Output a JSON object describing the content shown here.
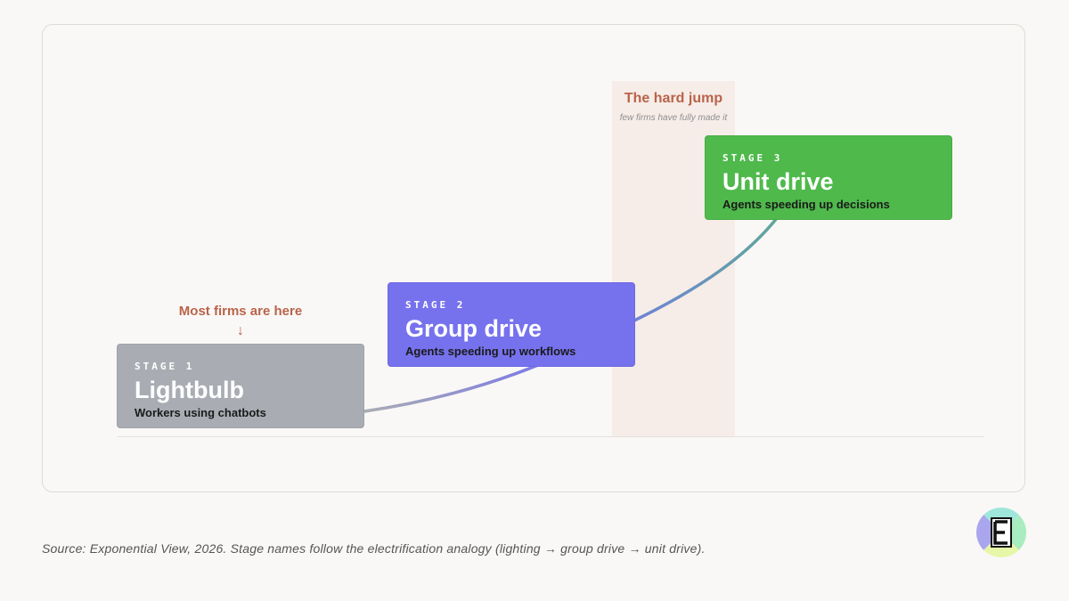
{
  "hard_jump": {
    "title": "The hard jump",
    "subtitle": "few firms have fully made it"
  },
  "stages": [
    {
      "label": "STAGE 1",
      "title": "Lightbulb",
      "description": "Workers using chatbots",
      "color": "#a9adb3"
    },
    {
      "label": "STAGE 2",
      "title": "Group drive",
      "description": "Agents speeding up workflows",
      "color": "#7672ee"
    },
    {
      "label": "STAGE 3",
      "title": "Unit drive",
      "description": "Agents speeding up decisions",
      "color": "#4fb94c"
    }
  ],
  "annotation": {
    "text": "Most firms are here",
    "arrow": "↓"
  },
  "source": "Source: Exponential View, 2026. Stage names follow the electrification analogy (lighting → group drive → unit drive).",
  "colors": {
    "accent": "#b8644a",
    "curve_start": "#a9adb3",
    "curve_mid": "#7672ee",
    "curve_end": "#5fa89a"
  },
  "logo": {
    "icon": "exponential-view-logo-icon",
    "letter": "E"
  }
}
